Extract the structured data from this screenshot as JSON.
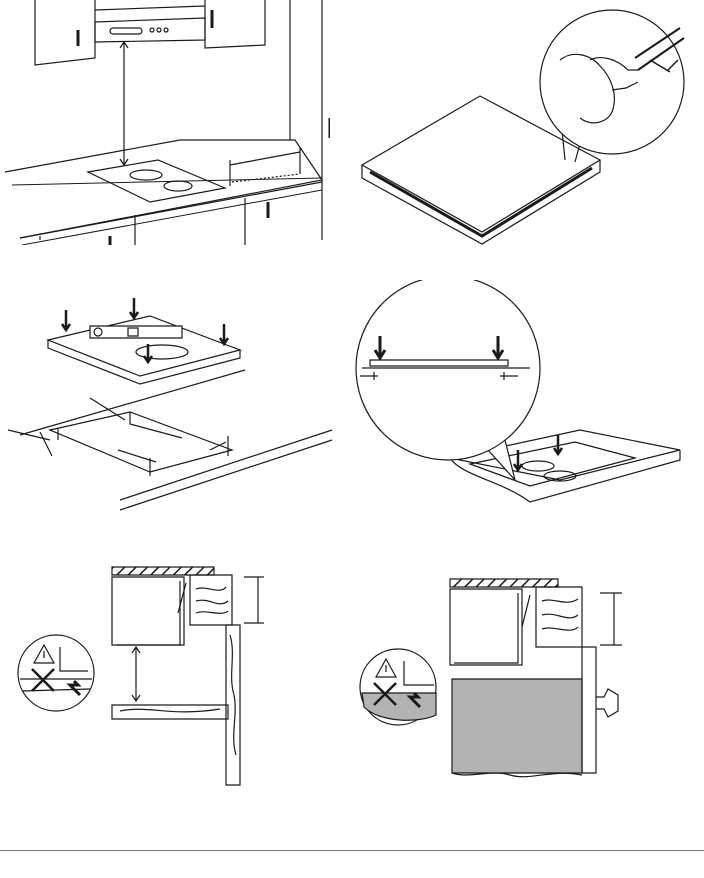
{
  "page": {
    "figures": [
      {
        "id": "fig-1",
        "icons": [
          "range-hood",
          "wall-cabinet",
          "hob-cutout",
          "dimension-arrow"
        ]
      },
      {
        "id": "fig-2",
        "icons": [
          "hob-upside-down",
          "sealing-strip",
          "detail-callout"
        ]
      },
      {
        "id": "fig-3",
        "icons": [
          "spirit-level",
          "press-arrow",
          "worktop-cutout"
        ]
      },
      {
        "id": "fig-4",
        "icons": [
          "detail-callout",
          "press-arrow",
          "worktop-section"
        ]
      },
      {
        "id": "fig-5",
        "icons": [
          "warning-triangle",
          "prohibited-cross",
          "wood-shelf"
        ]
      },
      {
        "id": "fig-6",
        "icons": [
          "warning-triangle",
          "prohibited-cross",
          "oven-below"
        ]
      }
    ],
    "colors": {
      "line": "#1a1a1a",
      "grey_fill": "#b3b3b3",
      "white": "#ffffff",
      "rule": "#777777"
    }
  }
}
